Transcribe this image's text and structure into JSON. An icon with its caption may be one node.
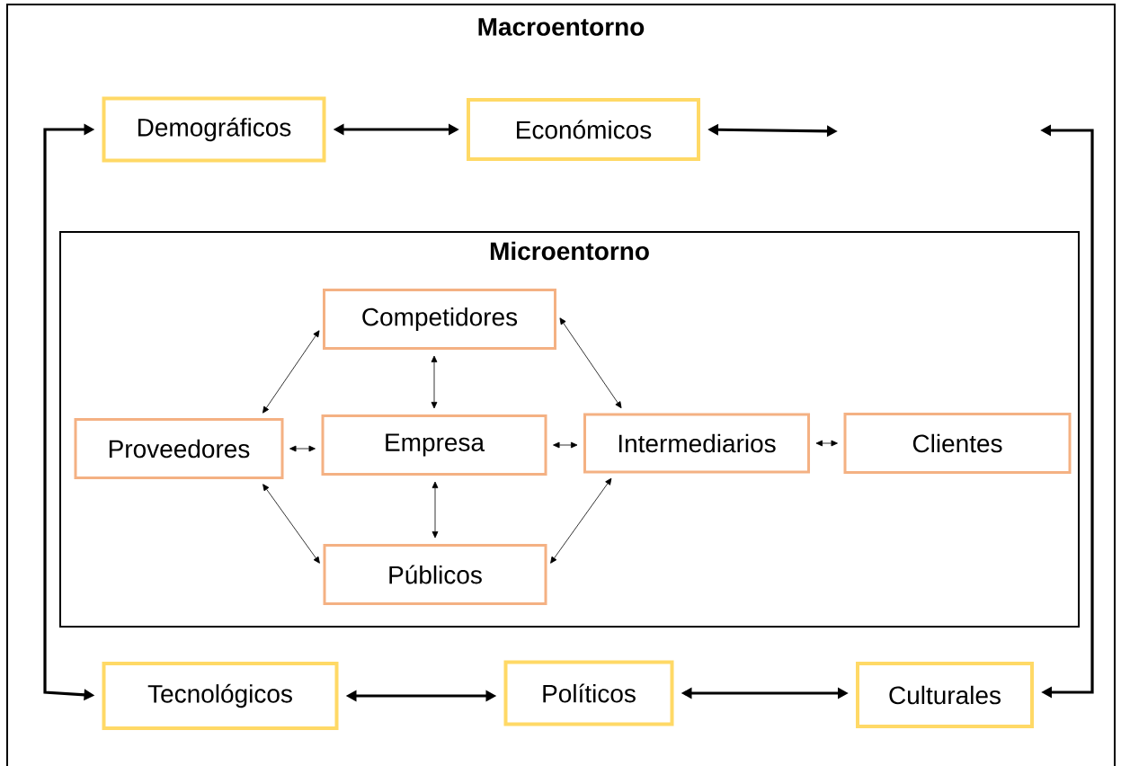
{
  "diagram": {
    "nodes": [
      {
        "text": [
          "Macroentorno"
        ]
      },
      {
        "text": [
          "Demográficos"
        ],
        "in": 0
      },
      {
        "text": [
          "Económicos"
        ],
        "in": 0
      },
      {
        "text": [
          "Microentorno"
        ],
        "in": 0
      },
      {
        "text": [
          "Competidores"
        ],
        "in": 3
      },
      {
        "text": [
          "Proveedores"
        ],
        "in": 3
      },
      {
        "text": [
          "Empresa"
        ],
        "in": 3
      },
      {
        "text": [
          "Intermediarios"
        ],
        "in": 3
      },
      {
        "text": [
          "Clientes"
        ],
        "in": 3
      },
      {
        "text": [
          "Públicos"
        ],
        "in": 3
      },
      {
        "text": [
          "Tecnológicos"
        ],
        "in": 0
      },
      {
        "text": [
          "Políticos"
        ],
        "in": 0
      },
      {
        "text": [
          "Culturales"
        ],
        "in": 0
      }
    ],
    "edges": [
      {
        "from": 1,
        "to": 2,
        "arrow": "both",
        "style": "thick"
      },
      {
        "from": 2,
        "to": null,
        "arrow": "both",
        "style": "thick"
      },
      {
        "from": 1,
        "to": 10,
        "arrow": "both",
        "style": "thick"
      },
      {
        "from": null,
        "to": 12,
        "arrow": "both",
        "style": "thick"
      },
      {
        "from": 10,
        "to": 11,
        "arrow": "both",
        "style": "thick"
      },
      {
        "from": 11,
        "to": 12,
        "arrow": "both",
        "style": "thick"
      },
      {
        "from": 5,
        "to": 4,
        "arrow": "both"
      },
      {
        "from": 4,
        "to": 6,
        "arrow": "both"
      },
      {
        "from": 4,
        "to": 7,
        "arrow": "both"
      },
      {
        "from": 5,
        "to": 6,
        "arrow": "both"
      },
      {
        "from": 6,
        "to": 7,
        "arrow": "both"
      },
      {
        "from": 7,
        "to": 8,
        "arrow": "both"
      },
      {
        "from": 5,
        "to": 9,
        "arrow": "both"
      },
      {
        "from": 6,
        "to": 9,
        "arrow": "both"
      },
      {
        "from": 7,
        "to": 9,
        "arrow": "both"
      }
    ]
  }
}
